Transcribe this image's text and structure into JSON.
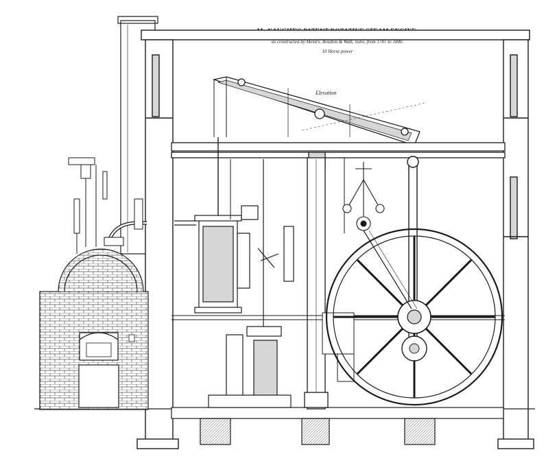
{
  "drawing": {
    "title": "Mc NAUGHT'S PATENT ROTATIVE STEAM ENGINE.",
    "subtitle": "as constructed by Messrs. Boulton & Watt, Soho, from 1787 to 1800.",
    "power": "10 Horse power",
    "view_label": "Elevation",
    "colors": {
      "ink": "#1a1a1a",
      "paper": "#ffffff",
      "shade": "#d6d6d6"
    }
  }
}
